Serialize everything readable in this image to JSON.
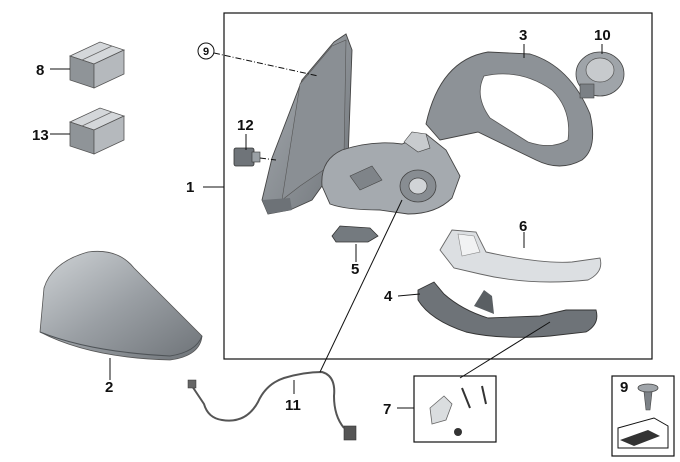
{
  "callouts": {
    "c1": "1",
    "c2": "2",
    "c3": "3",
    "c4": "4",
    "c5": "5",
    "c6": "6",
    "c7": "7",
    "c8": "8",
    "c9_circle": "9",
    "c9_box": "9",
    "c10": "10",
    "c11": "11",
    "c12": "12",
    "c13": "13"
  },
  "colors": {
    "part_dark": "#7d8288",
    "part_mid": "#a4a9ae",
    "part_light": "#d3d6d9",
    "line": "#111111"
  }
}
